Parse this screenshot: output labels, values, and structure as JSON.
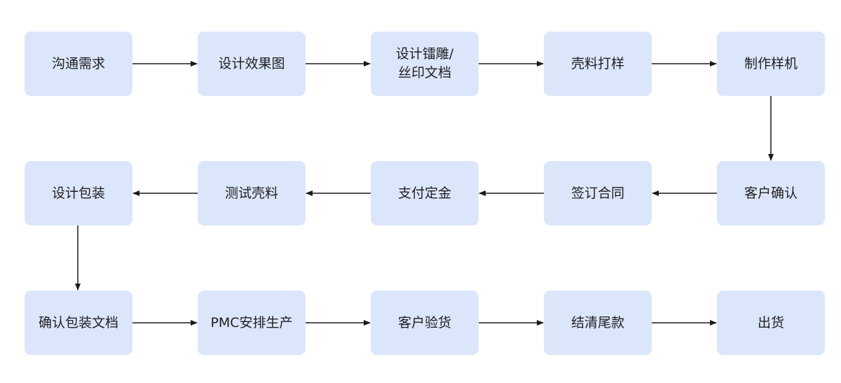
{
  "nodes": {
    "n1": "沟通需求",
    "n2": "设计效果图",
    "n3": "设计镭雕/\n丝印文档",
    "n4": "壳料打样",
    "n5": "制作样机",
    "n6": "客户确认",
    "n7": "签订合同",
    "n8": "支付定金",
    "n9": "测试壳料",
    "n10": "设计包装",
    "n11": "确认包装文档",
    "n12": "PMC安排生产",
    "n13": "客户验货",
    "n14": "结清尾款",
    "n15": "出货"
  },
  "flow": [
    "n1",
    "n2",
    "n3",
    "n4",
    "n5",
    "n6",
    "n7",
    "n8",
    "n9",
    "n10",
    "n11",
    "n12",
    "n13",
    "n14",
    "n15"
  ],
  "colors": {
    "node_fill": "#dce6fb",
    "arrow": "#1a1a1a",
    "text": "#1f1f1f"
  }
}
